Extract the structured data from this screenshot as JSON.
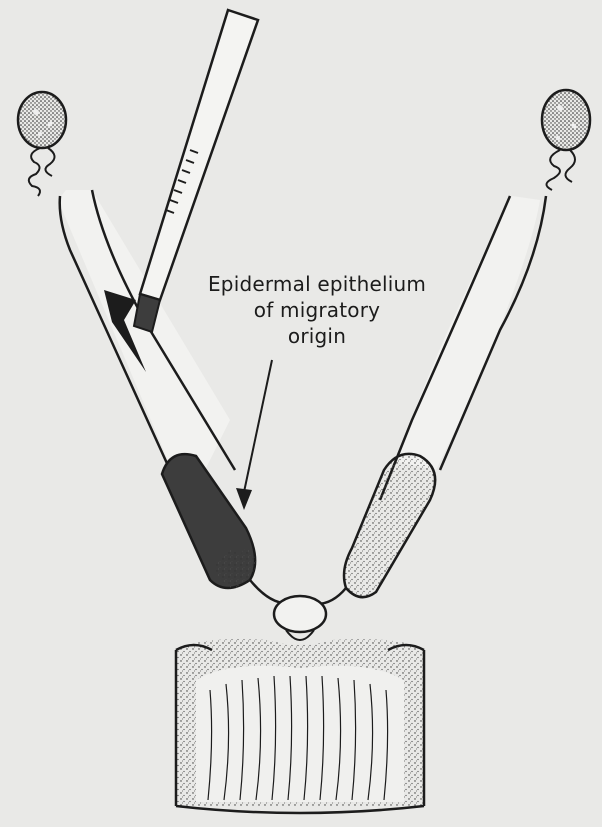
{
  "figure": {
    "annotation_lines": [
      "Epidermal epithelium",
      "of migratory",
      "origin"
    ],
    "colors": {
      "background": "#e9e9e7",
      "ink": "#1c1c1c",
      "tube_fill": "#f2f2f0",
      "stipple": "#3a3a3a",
      "dark_graft": "#3d3d3d"
    }
  }
}
